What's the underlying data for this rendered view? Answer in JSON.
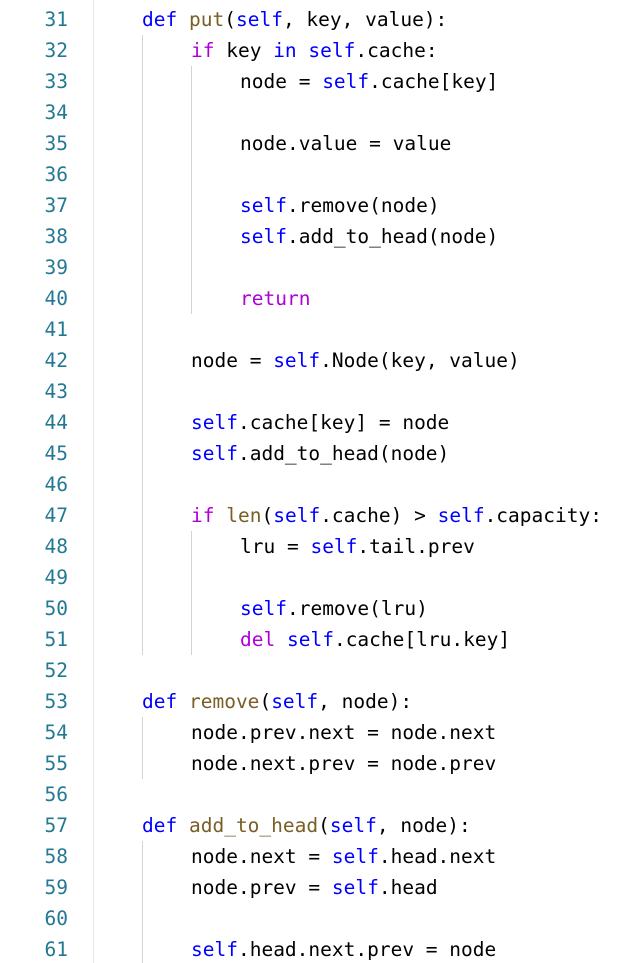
{
  "editor": {
    "colors": {
      "line_number": "#237893",
      "keyword": "#0000ff",
      "control": "#af00db",
      "function": "#795e26",
      "text": "#000000",
      "indent_guide": "#d3d3d3",
      "background": "#ffffff"
    },
    "lines": [
      {
        "n": "31",
        "indent": 1,
        "tokens": [
          {
            "t": "def",
            "c": "kw"
          },
          {
            "t": " ",
            "c": "pl"
          },
          {
            "t": "put",
            "c": "fn"
          },
          {
            "t": "(",
            "c": "pl"
          },
          {
            "t": "self",
            "c": "self"
          },
          {
            "t": ", key, value):",
            "c": "pl"
          }
        ]
      },
      {
        "n": "32",
        "indent": 2,
        "tokens": [
          {
            "t": "if",
            "c": "ctl"
          },
          {
            "t": " key ",
            "c": "pl"
          },
          {
            "t": "in",
            "c": "kw"
          },
          {
            "t": " ",
            "c": "pl"
          },
          {
            "t": "self",
            "c": "self"
          },
          {
            "t": ".cache:",
            "c": "pl"
          }
        ]
      },
      {
        "n": "33",
        "indent": 3,
        "tokens": [
          {
            "t": "node = ",
            "c": "pl"
          },
          {
            "t": "self",
            "c": "self"
          },
          {
            "t": ".cache[key]",
            "c": "pl"
          }
        ]
      },
      {
        "n": "34",
        "indent": 0,
        "tokens": []
      },
      {
        "n": "35",
        "indent": 3,
        "tokens": [
          {
            "t": "node.value = value",
            "c": "pl"
          }
        ]
      },
      {
        "n": "36",
        "indent": 0,
        "tokens": []
      },
      {
        "n": "37",
        "indent": 3,
        "tokens": [
          {
            "t": "self",
            "c": "self"
          },
          {
            "t": ".remove(node)",
            "c": "pl"
          }
        ]
      },
      {
        "n": "38",
        "indent": 3,
        "tokens": [
          {
            "t": "self",
            "c": "self"
          },
          {
            "t": ".add_to_head(node)",
            "c": "pl"
          }
        ]
      },
      {
        "n": "39",
        "indent": 0,
        "tokens": []
      },
      {
        "n": "40",
        "indent": 3,
        "tokens": [
          {
            "t": "return",
            "c": "ctl"
          }
        ]
      },
      {
        "n": "41",
        "indent": 0,
        "tokens": []
      },
      {
        "n": "42",
        "indent": 2,
        "tokens": [
          {
            "t": "node = ",
            "c": "pl"
          },
          {
            "t": "self",
            "c": "self"
          },
          {
            "t": ".Node(key, value)",
            "c": "pl"
          }
        ]
      },
      {
        "n": "43",
        "indent": 0,
        "tokens": []
      },
      {
        "n": "44",
        "indent": 2,
        "tokens": [
          {
            "t": "self",
            "c": "self"
          },
          {
            "t": ".cache[key] = node",
            "c": "pl"
          }
        ]
      },
      {
        "n": "45",
        "indent": 2,
        "tokens": [
          {
            "t": "self",
            "c": "self"
          },
          {
            "t": ".add_to_head(node)",
            "c": "pl"
          }
        ]
      },
      {
        "n": "46",
        "indent": 0,
        "tokens": []
      },
      {
        "n": "47",
        "indent": 2,
        "tokens": [
          {
            "t": "if",
            "c": "ctl"
          },
          {
            "t": " ",
            "c": "pl"
          },
          {
            "t": "len",
            "c": "fn"
          },
          {
            "t": "(",
            "c": "pl"
          },
          {
            "t": "self",
            "c": "self"
          },
          {
            "t": ".cache) > ",
            "c": "pl"
          },
          {
            "t": "self",
            "c": "self"
          },
          {
            "t": ".capacity:",
            "c": "pl"
          }
        ]
      },
      {
        "n": "48",
        "indent": 3,
        "tokens": [
          {
            "t": "lru = ",
            "c": "pl"
          },
          {
            "t": "self",
            "c": "self"
          },
          {
            "t": ".tail.prev",
            "c": "pl"
          }
        ]
      },
      {
        "n": "49",
        "indent": 0,
        "tokens": []
      },
      {
        "n": "50",
        "indent": 3,
        "tokens": [
          {
            "t": "self",
            "c": "self"
          },
          {
            "t": ".remove(lru)",
            "c": "pl"
          }
        ]
      },
      {
        "n": "51",
        "indent": 3,
        "tokens": [
          {
            "t": "del",
            "c": "ctl"
          },
          {
            "t": " ",
            "c": "pl"
          },
          {
            "t": "self",
            "c": "self"
          },
          {
            "t": ".cache[lru.key]",
            "c": "pl"
          }
        ]
      },
      {
        "n": "52",
        "indent": 0,
        "tokens": []
      },
      {
        "n": "53",
        "indent": 1,
        "tokens": [
          {
            "t": "def",
            "c": "kw"
          },
          {
            "t": " ",
            "c": "pl"
          },
          {
            "t": "remove",
            "c": "fn"
          },
          {
            "t": "(",
            "c": "pl"
          },
          {
            "t": "self",
            "c": "self"
          },
          {
            "t": ", node):",
            "c": "pl"
          }
        ]
      },
      {
        "n": "54",
        "indent": 2,
        "tokens": [
          {
            "t": "node.prev.next = node.next",
            "c": "pl"
          }
        ]
      },
      {
        "n": "55",
        "indent": 2,
        "tokens": [
          {
            "t": "node.next.prev = node.prev",
            "c": "pl"
          }
        ]
      },
      {
        "n": "56",
        "indent": 0,
        "tokens": []
      },
      {
        "n": "57",
        "indent": 1,
        "tokens": [
          {
            "t": "def",
            "c": "kw"
          },
          {
            "t": " ",
            "c": "pl"
          },
          {
            "t": "add_to_head",
            "c": "fn"
          },
          {
            "t": "(",
            "c": "pl"
          },
          {
            "t": "self",
            "c": "self"
          },
          {
            "t": ", node):",
            "c": "pl"
          }
        ]
      },
      {
        "n": "58",
        "indent": 2,
        "tokens": [
          {
            "t": "node.next = ",
            "c": "pl"
          },
          {
            "t": "self",
            "c": "self"
          },
          {
            "t": ".head.next",
            "c": "pl"
          }
        ]
      },
      {
        "n": "59",
        "indent": 2,
        "tokens": [
          {
            "t": "node.prev = ",
            "c": "pl"
          },
          {
            "t": "self",
            "c": "self"
          },
          {
            "t": ".head",
            "c": "pl"
          }
        ]
      },
      {
        "n": "60",
        "indent": 0,
        "tokens": []
      },
      {
        "n": "61",
        "indent": 2,
        "tokens": [
          {
            "t": "self",
            "c": "self"
          },
          {
            "t": ".head.next.prev = node",
            "c": "pl"
          }
        ]
      }
    ]
  }
}
